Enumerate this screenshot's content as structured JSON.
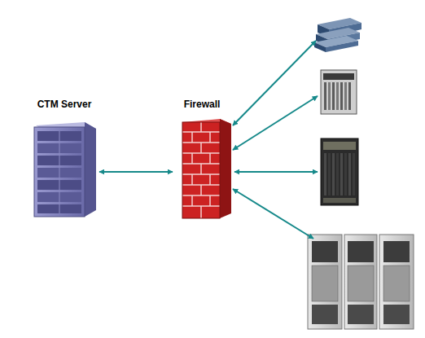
{
  "diagram": {
    "nodes": [
      {
        "text": [
          "CTM Server"
        ]
      },
      {
        "text": [
          "Firewall"
        ]
      }
    ],
    "edges": [
      {
        "from": 0,
        "to": 1,
        "arrow": "both"
      }
    ]
  }
}
